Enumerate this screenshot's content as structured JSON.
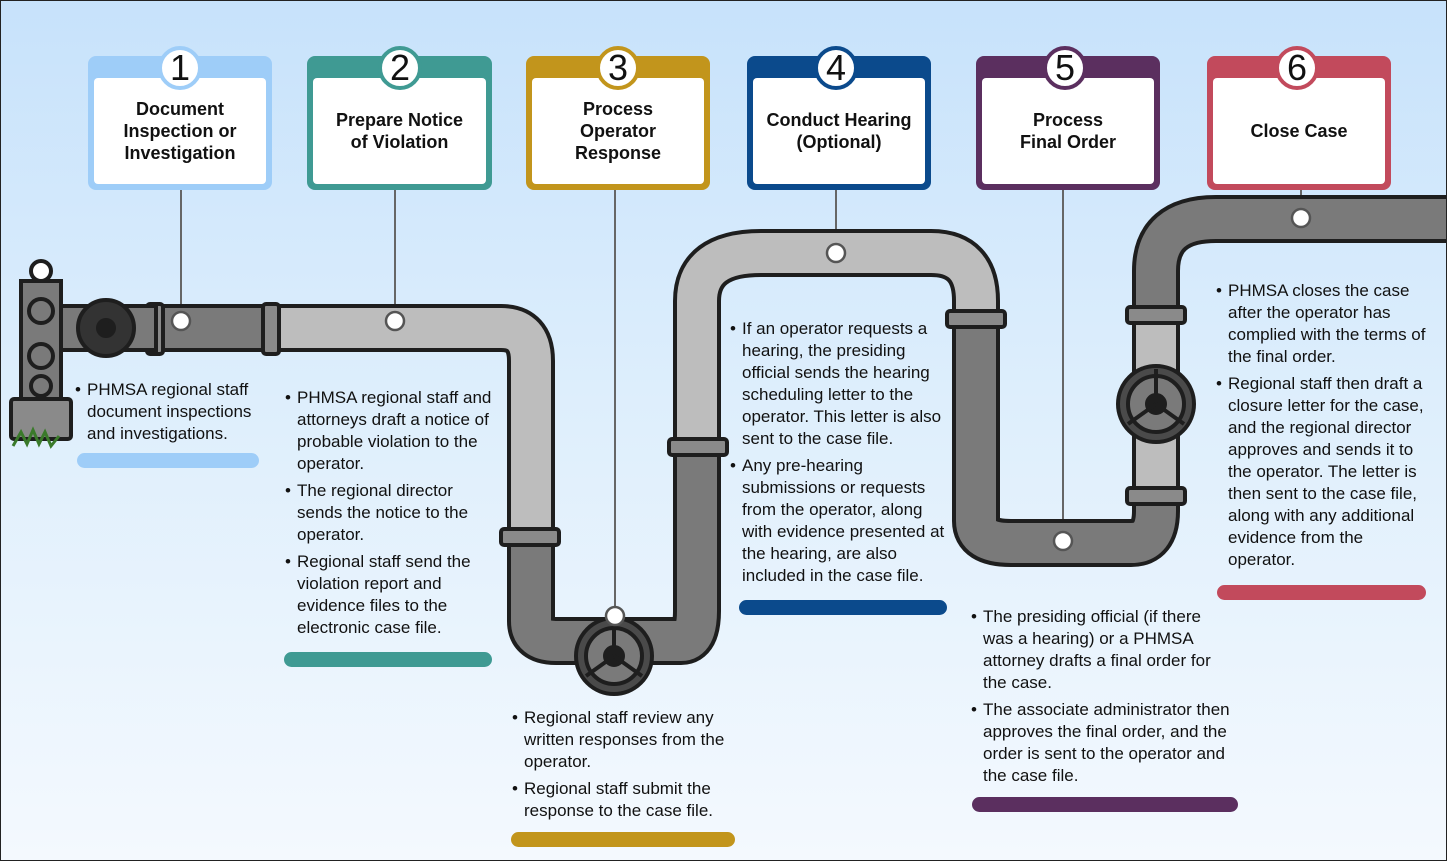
{
  "colors": {
    "step1": "#9ecdf8",
    "step2": "#3f9a93",
    "step3": "#c2951c",
    "step4": "#0b4a8c",
    "step5": "#5b2f5f",
    "step6": "#c24a5c",
    "pipe_dark": "#7a7a7a",
    "pipe_light": "#bdbdbd",
    "outline": "#1e1e1e"
  },
  "steps": [
    {
      "number": "1",
      "title": "Document\nInspection or\nInvestigation",
      "bullets": [
        "PHMSA regional staff document inspections and investigations."
      ]
    },
    {
      "number": "2",
      "title": "Prepare Notice\nof Violation",
      "bullets": [
        "PHMSA regional staff and attorneys draft a notice of probable violation to the operator.",
        "The regional director sends the notice to the operator.",
        "Regional staff send the violation report and evidence files to the electronic case file."
      ]
    },
    {
      "number": "3",
      "title": "Process\nOperator\nResponse",
      "bullets": [
        "Regional staff review any written responses from the operator.",
        "Regional staff submit the response to the case file."
      ]
    },
    {
      "number": "4",
      "title": "Conduct Hearing\n(Optional)",
      "bullets": [
        "If an operator requests a hearing, the presiding official sends the hearing scheduling letter to the operator. This letter is also sent to the case file.",
        "Any pre-hearing submissions or requests from the operator, along with evidence presented at the hearing, are also included in the case file."
      ]
    },
    {
      "number": "5",
      "title": "Process\nFinal Order",
      "bullets": [
        "The presiding official (if there was a hearing) or a PHMSA attorney drafts a final order for the case.",
        "The associate administrator then approves the final order, and the order is sent to the operator and the case file."
      ]
    },
    {
      "number": "6",
      "title": "Close Case",
      "bullets": [
        "PHMSA closes the case after the operator has complied with the terms of the final order.",
        "Regional staff then draft a closure letter for the case, and the regional director approves and sends it to the operator. The letter is then sent to the case file, along with any additional evidence from the operator."
      ]
    }
  ]
}
